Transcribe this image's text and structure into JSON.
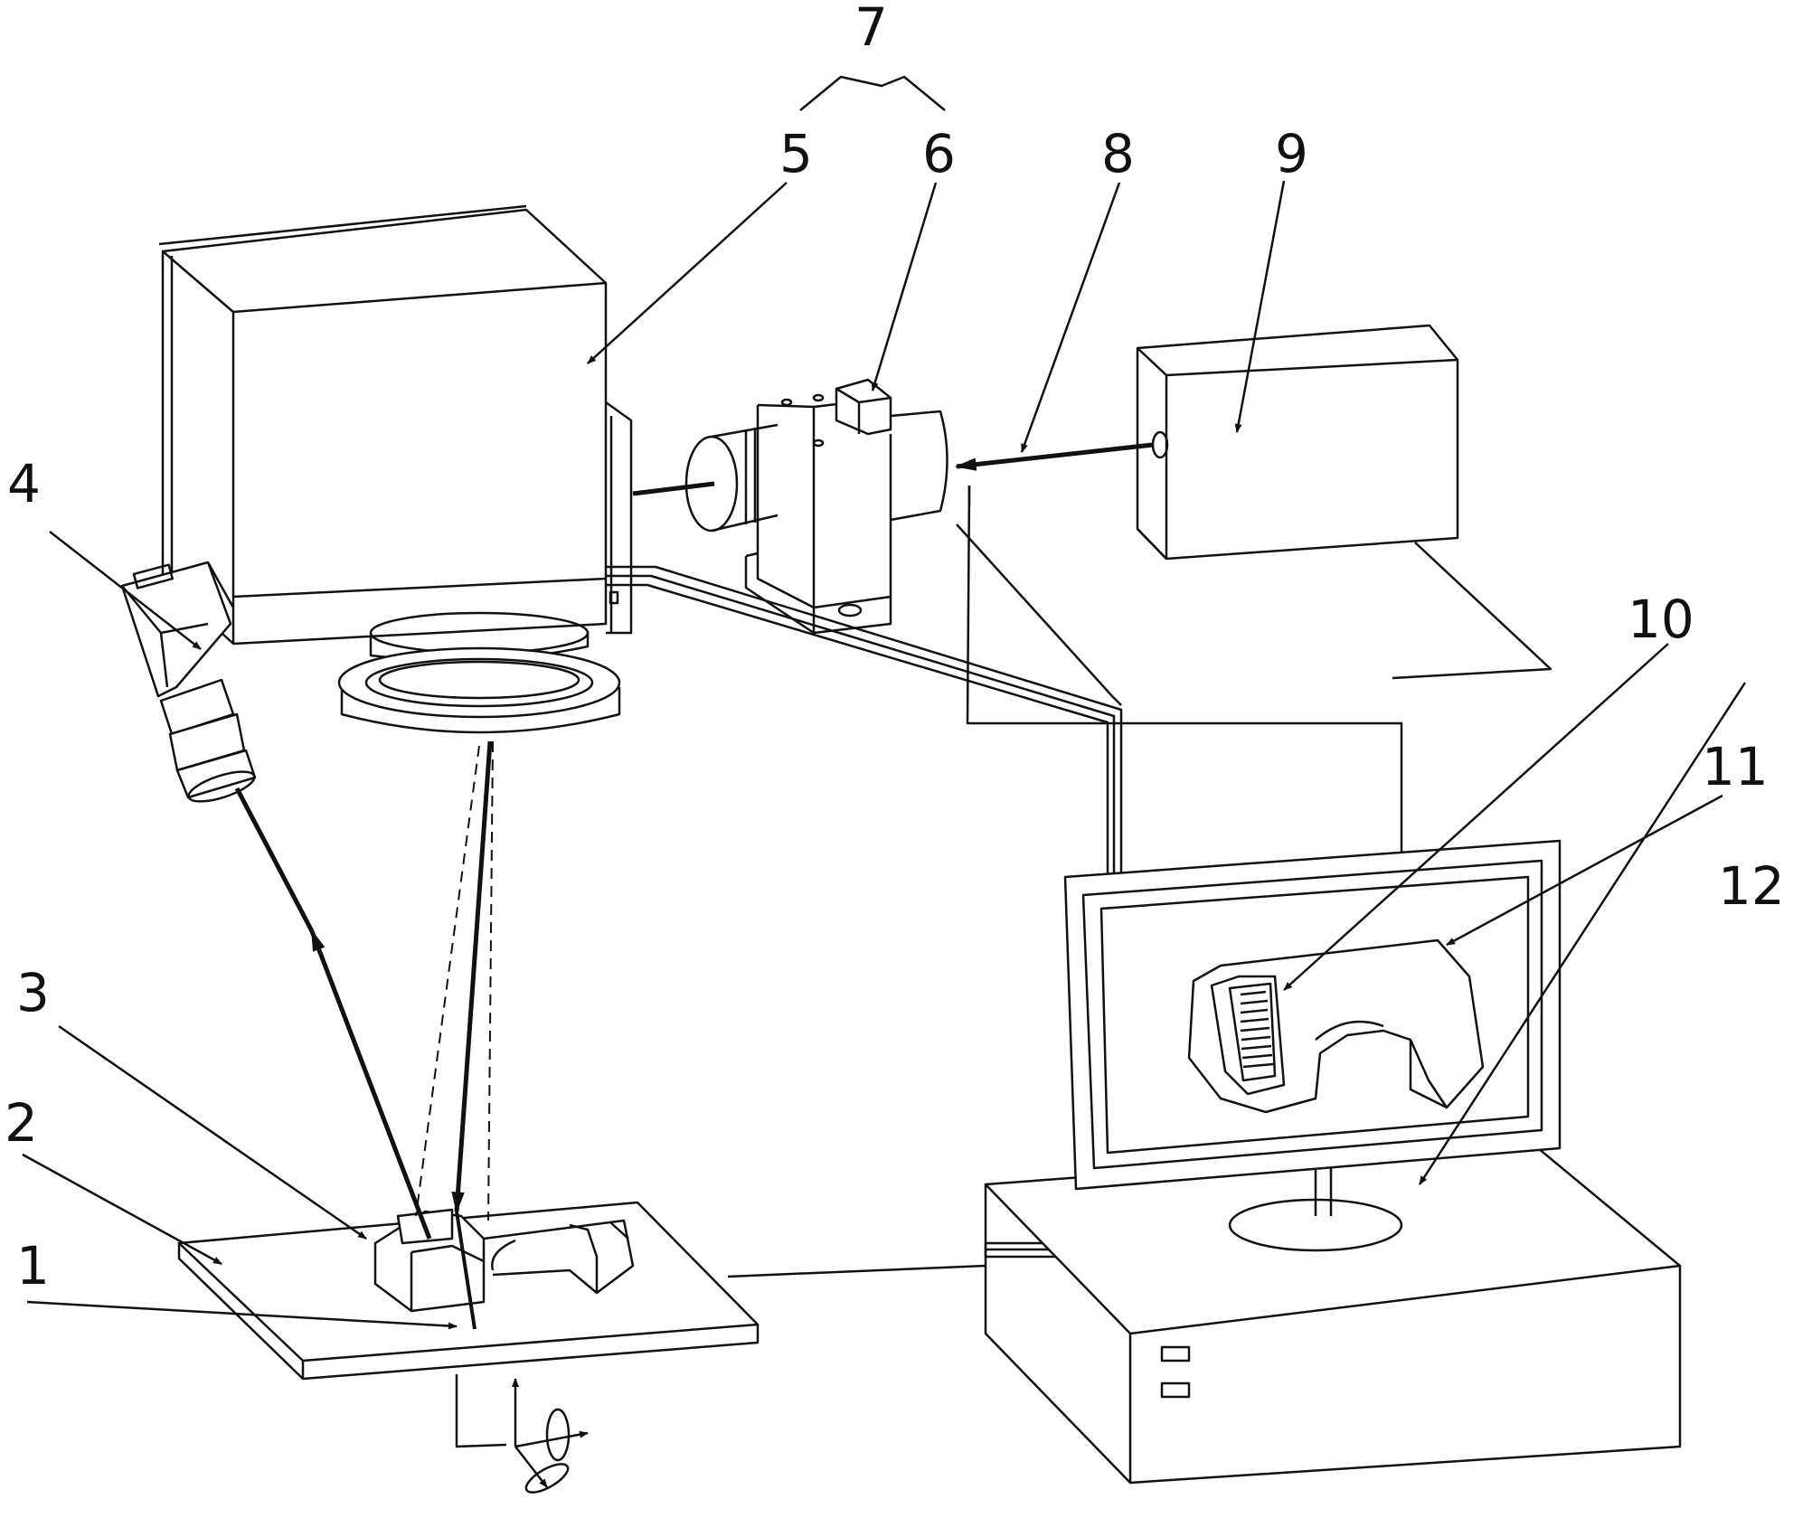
{
  "figure": {
    "labels": {
      "l1": "1",
      "l2": "2",
      "l3": "3",
      "l4": "4",
      "l5": "5",
      "l6": "6",
      "l7": "7",
      "l8": "8",
      "l9": "9",
      "l10": "10",
      "l11": "11",
      "l12": "12"
    },
    "colors": {
      "ink": "#111111",
      "background": "#ffffff"
    }
  }
}
